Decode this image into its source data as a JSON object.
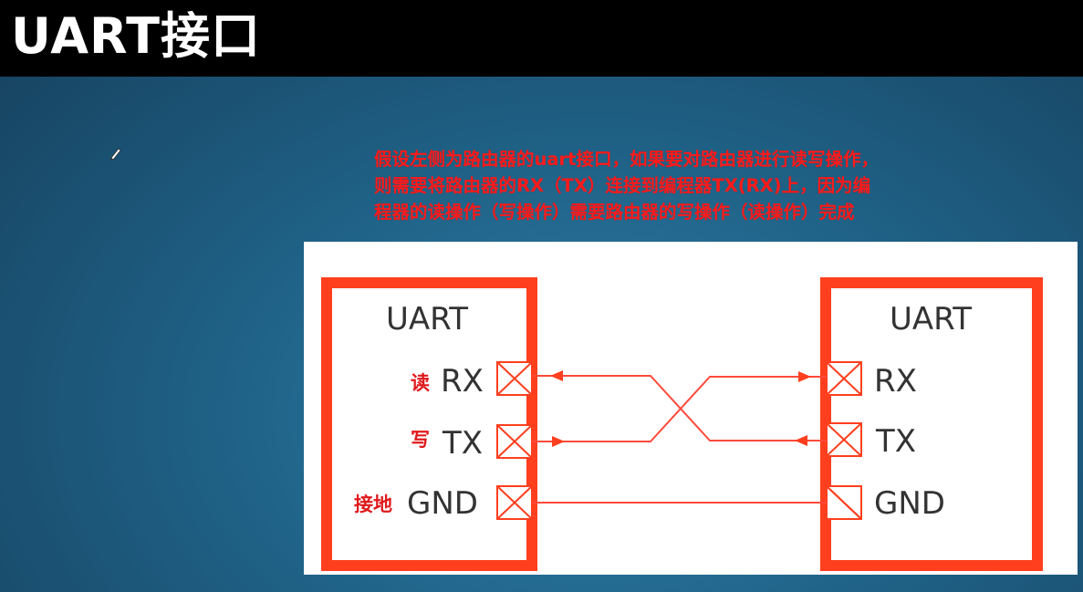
{
  "header": {
    "title": "UART接口"
  },
  "note": {
    "lines": [
      "假设左侧为路由器的uart接口，如果要对路由器进行读写操作，",
      "则需要将路由器的RX（TX）连接到编程器TX(RX)上，因为编",
      "程器的读操作（写操作）需要路由器的写操作（读操作）完成"
    ]
  },
  "diagram": {
    "left_box": {
      "title": "UART",
      "pins": [
        "RX",
        "TX",
        "GND"
      ]
    },
    "right_box": {
      "title": "UART",
      "pins": [
        "RX",
        "TX",
        "GND"
      ]
    },
    "annotations": [
      "读",
      "写",
      "接地"
    ]
  },
  "colors": {
    "box": "#ff3f1e",
    "line": "#ff4a3a",
    "note": "#ff1a1a",
    "annotation": "#e0191b"
  },
  "icons": [
    "pencil-icon"
  ]
}
